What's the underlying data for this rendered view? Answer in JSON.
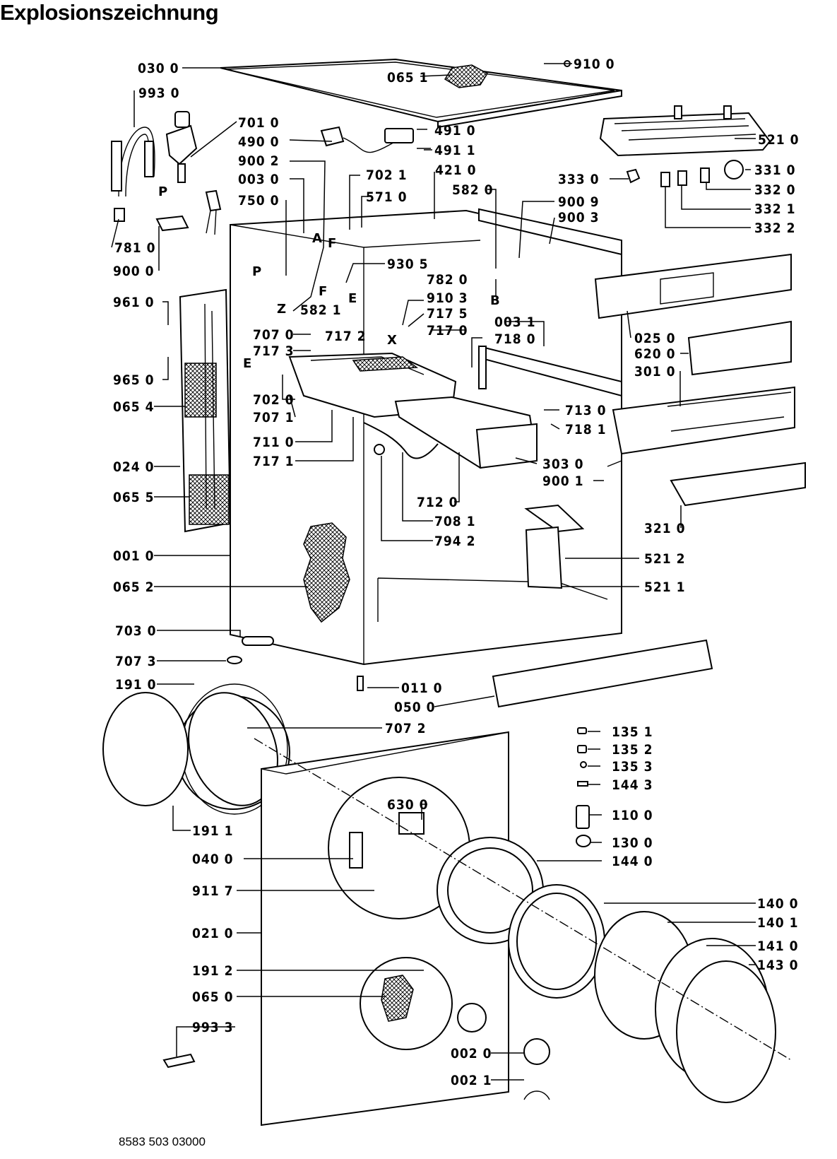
{
  "heading": "Explosionszeichnung",
  "document_number": "8583 503 03000",
  "part_labels": {
    "p0300": "030 0",
    "p0651": "065 1",
    "p9100": "910 0",
    "p9930": "993 0",
    "p7010": "701 0",
    "p4900": "490 0",
    "p4910": "491 0",
    "p4911": "491 1",
    "p9002": "900 2",
    "p0030": "003 0",
    "p7021": "702 1",
    "p4210": "421 0",
    "p5210": "521 0",
    "p5710": "571 0",
    "p5820": "582 0",
    "p3330": "333 0",
    "p3310": "331 0",
    "p3320": "332 0",
    "p3321": "332 1",
    "p3322": "332 2",
    "p7500": "750 0",
    "p9009": "900 9",
    "p9003": "900 3",
    "p7810": "781 0",
    "p9000": "900 0",
    "p9305": "930 5",
    "p7820": "782 0",
    "p5821": "582 1",
    "p9610": "961 0",
    "p9103": "910 3",
    "p7175": "717 5",
    "p7170": "717 0",
    "p0250": "025 0",
    "p7070": "707 0",
    "p7172": "717 2",
    "p7173": "717 3",
    "p0031": "003 1",
    "p7180": "718 0",
    "p6200": "620 0",
    "p9650": "965 0",
    "p3010": "301 0",
    "p0654": "065 4",
    "p7020": "702 0",
    "p7071": "707 1",
    "p7130": "713 0",
    "p7110": "711 0",
    "p7181": "718 1",
    "p7171": "717 1",
    "p3030": "303 0",
    "p0240": "024 0",
    "p9001": "900 1",
    "p0655": "065 5",
    "p7120": "712 0",
    "p7081": "708 1",
    "p3210": "321 0",
    "p7942": "794 2",
    "p0010": "001 0",
    "p5212": "521 2",
    "p0652": "065 2",
    "p5211": "521 1",
    "p7030": "703 0",
    "p7073": "707 3",
    "p1910": "191 0",
    "p0110": "011 0",
    "p0500": "050 0",
    "p7072": "707 2",
    "p1351": "135 1",
    "p1352": "135 2",
    "p1353": "135 3",
    "p1443": "144 3",
    "p1100": "110 0",
    "p6300": "630 0",
    "p1911": "191 1",
    "p1300": "130 0",
    "p0400": "040 0",
    "p1440": "144 0",
    "p9117": "911 7",
    "p1400": "140 0",
    "p1401": "140 1",
    "p0210": "021 0",
    "p1410": "141 0",
    "p1912": "191 2",
    "p1430": "143 0",
    "p0650": "065 0",
    "p9933": "993 3",
    "p0020": "002 0",
    "p0021": "002 1"
  },
  "callout_letters": {
    "P": "P",
    "A": "A",
    "F": "F",
    "Z": "Z",
    "E": "E",
    "B": "B",
    "X": "X"
  }
}
